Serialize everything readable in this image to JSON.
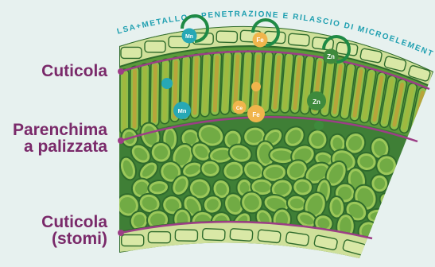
{
  "headline": "LSA+METALLO = PENETRAZIONE E RILASCIO DI MICROELEMENTI",
  "labels": {
    "cuticle": "Cuticola",
    "palisade_line1": "Parenchima",
    "palisade_line2": "a palizzata",
    "stomata_line1": "Cuticola",
    "stomata_line2": "(stomi)"
  },
  "elements": {
    "mn": "Mn",
    "fe": "Fe",
    "zn": "Zn",
    "ce": "Ce"
  },
  "colors": {
    "background": "#e7f1ef",
    "label": "#7a2a6a",
    "headline": "#1e9fb0",
    "ring": "#1f8a45",
    "mn": "#27a8b5",
    "fe": "#f0b54c",
    "zn": "#3e8a3c",
    "cell_dark": "#2f6b2c",
    "cell_light": "#8fbf4a",
    "cuticle_fill": "#cfe09a",
    "line": "#9c3e86"
  }
}
